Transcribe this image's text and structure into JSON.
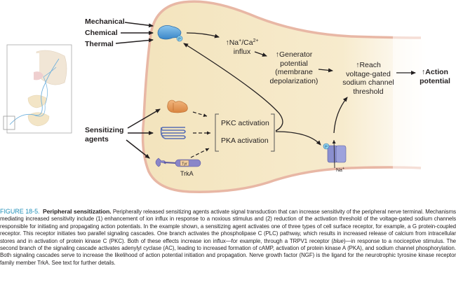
{
  "stimuli": [
    "Mechanical",
    "Chemical",
    "Thermal"
  ],
  "sensitizing_agents_label": "Sensitizing agents",
  "receptors": {
    "trpv1": {
      "phospho_label": "P",
      "color": "#4a9bd6"
    },
    "gpcr": {
      "color": "#5a6fb3"
    },
    "trka": {
      "label": "TrkA",
      "domain_label": "Tyr",
      "color": "#8a86c9"
    },
    "sodium_channel": {
      "phospho_label": "P",
      "ion_label": "Na",
      "ion_charge": "+",
      "color": "#8a8fcf"
    }
  },
  "flow": {
    "influx": {
      "arrow": "↑",
      "text": "Na",
      "sup1": "+",
      "mid": "/Ca",
      "sup2": "2+",
      "line2": "influx"
    },
    "generator": [
      "↑Generator",
      "potential",
      "(membrane",
      "depolarization)"
    ],
    "threshold": [
      "↑Reach",
      "voltage-gated",
      "sodium channel",
      "threshold"
    ],
    "action": [
      "↑Action",
      "potential"
    ]
  },
  "bracket": {
    "items": [
      "PKC activation",
      "PKA activation"
    ]
  },
  "colors": {
    "cell_fill": "#f6e8c4",
    "membrane": "#e8b7a5",
    "arrow": "#231f20",
    "caption_accent": "#1f8fb8"
  },
  "caption": {
    "figure_number": "FIGURE 18-5.",
    "title": "Peripheral sensitization.",
    "body_part1": "Peripherally released sensitizing agents activate signal transduction that can increase sensitivity of the peripheral nerve terminal. Mechanisms mediating increased sensitivity include (1) enhancement of ion influx in response to a noxious stimulus and (2) reduction of the activation threshold of the voltage-gated sodium channels responsible for initiating and propagating action potentials. In the example shown, a sensitizing agent activates one of three types of cell surface receptor, for example, a G protein-coupled receptor. This receptor initiates two parallel signaling cascades. One branch activates the phospholipase C (PLC) pathway, which results in increased release of calcium from intracellular stores and in activation of protein kinase C (PKC). Both of these effects increase ion influx—for example, through a TRPV1 receptor (",
    "body_italic": "blue",
    "body_part2": ")—in response to a nociceptive stimulus. The second branch of the signaling cascade activates adenylyl cyclase (AC), leading to increased formation of cAMP, activation of protein kinase A (PKA), and sodium channel phosphorylation. Both signaling cascades serve to increase the likelihood of action potential initiation and propagation. Nerve growth factor (NGF) is the ligand for the neurotrophic tyrosine kinase receptor family member TrkA. See text for further details."
  }
}
